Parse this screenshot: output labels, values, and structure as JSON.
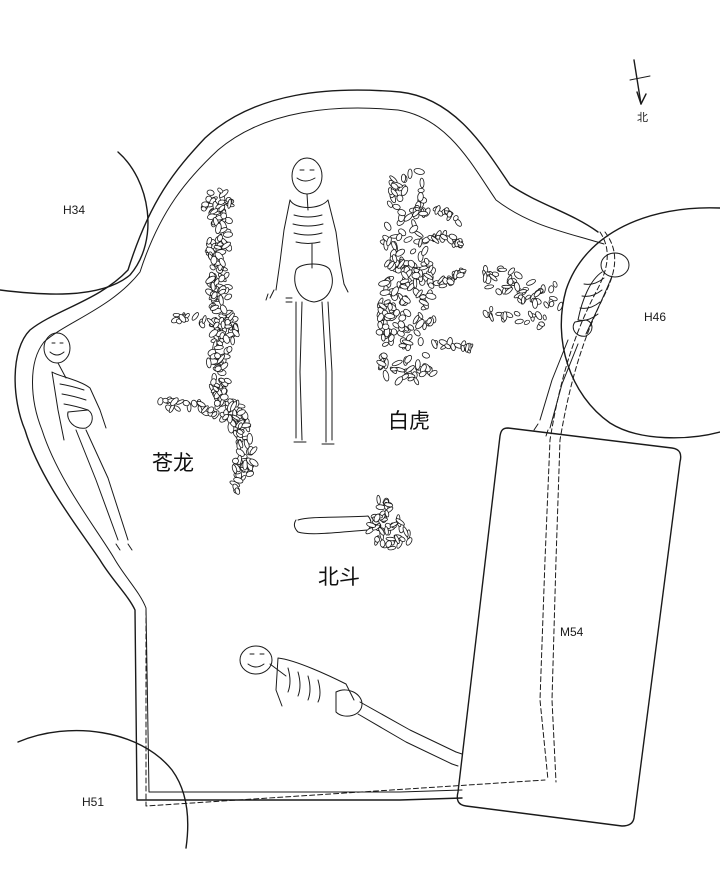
{
  "north_arrow": {
    "label": "北"
  },
  "pits": [
    {
      "id": "h34",
      "label": "H34"
    },
    {
      "id": "h46",
      "label": "H46"
    },
    {
      "id": "h51",
      "label": "H51"
    },
    {
      "id": "m54",
      "label": "M54"
    }
  ],
  "figures": {
    "dragon": {
      "label": "苍龙"
    },
    "tiger": {
      "label": "白虎"
    },
    "dipper": {
      "label": "北斗"
    }
  }
}
